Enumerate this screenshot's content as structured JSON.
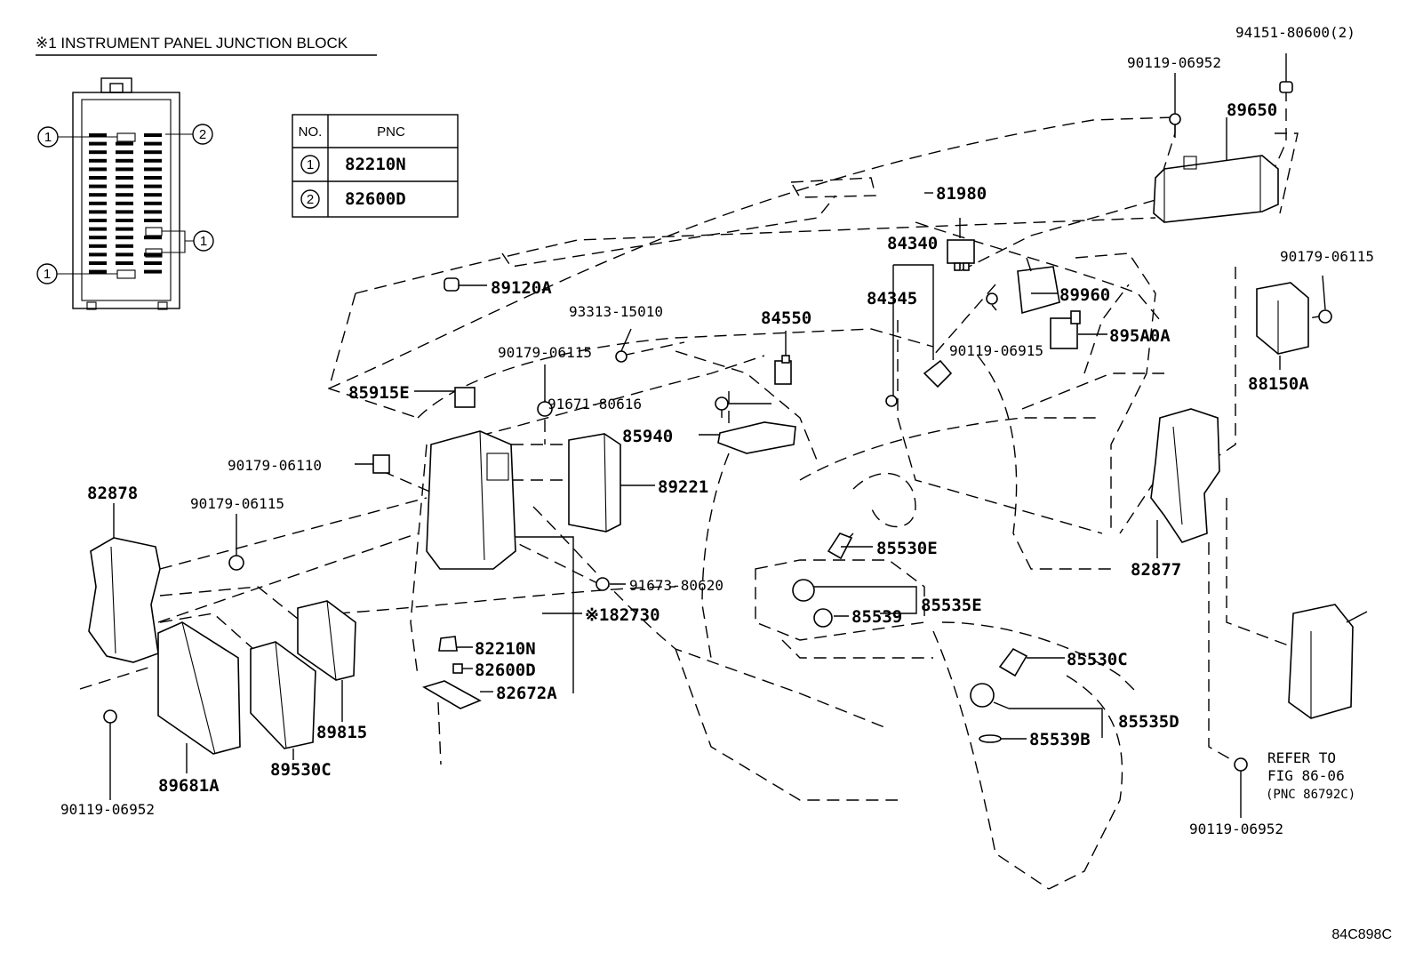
{
  "header": {
    "junction_block_title": "※1 INSTRUMENT PANEL JUNCTION BLOCK"
  },
  "inset_markers": [
    "1",
    "2",
    "1",
    "1"
  ],
  "pnc_table": {
    "col_no": "NO.",
    "col_pnc": "PNC",
    "rows": [
      {
        "no": "1",
        "pnc": "82210N"
      },
      {
        "no": "2",
        "pnc": "82600D"
      }
    ]
  },
  "callouts": {
    "p94151": "94151-80600(2)",
    "p90119_a": "90119-06952",
    "p89650": "89650",
    "p81980": "81980",
    "p84340": "84340",
    "p84345": "84345",
    "p89960": "89960",
    "p90119_06915": "90119-06915",
    "p895A0A": "895A0A",
    "p90179_r": "90179-06115",
    "p88150A": "88150A",
    "p89120A": "89120A",
    "p93313": "93313-15010",
    "p84550": "84550",
    "p90179_c": "90179-06115",
    "p91671": "91671-80616",
    "p85915E": "85915E",
    "p85940": "85940",
    "p90179_06110": "90179-06110",
    "p89221": "89221",
    "p82878": "82878",
    "p90179_l": "90179-06115",
    "p85530E": "85530E",
    "p82877": "82877",
    "p91673": "91673-80620",
    "p85535E": "85535E",
    "p85539": "85539",
    "p82730": "※182730",
    "p82210N": "82210N",
    "p85530C": "85530C",
    "p82600D": "82600D",
    "p82672A": "82672A",
    "p85535D": "85535D",
    "p89815": "89815",
    "p85539B": "85539B",
    "p89530C": "89530C",
    "p89681A": "89681A",
    "p90119_b": "90119-06952",
    "p90119_c": "90119-06952",
    "refer1": "REFER TO",
    "refer2": "FIG 86-06",
    "refer3": "(PNC 86792C)"
  },
  "figure_code": "84C898C"
}
